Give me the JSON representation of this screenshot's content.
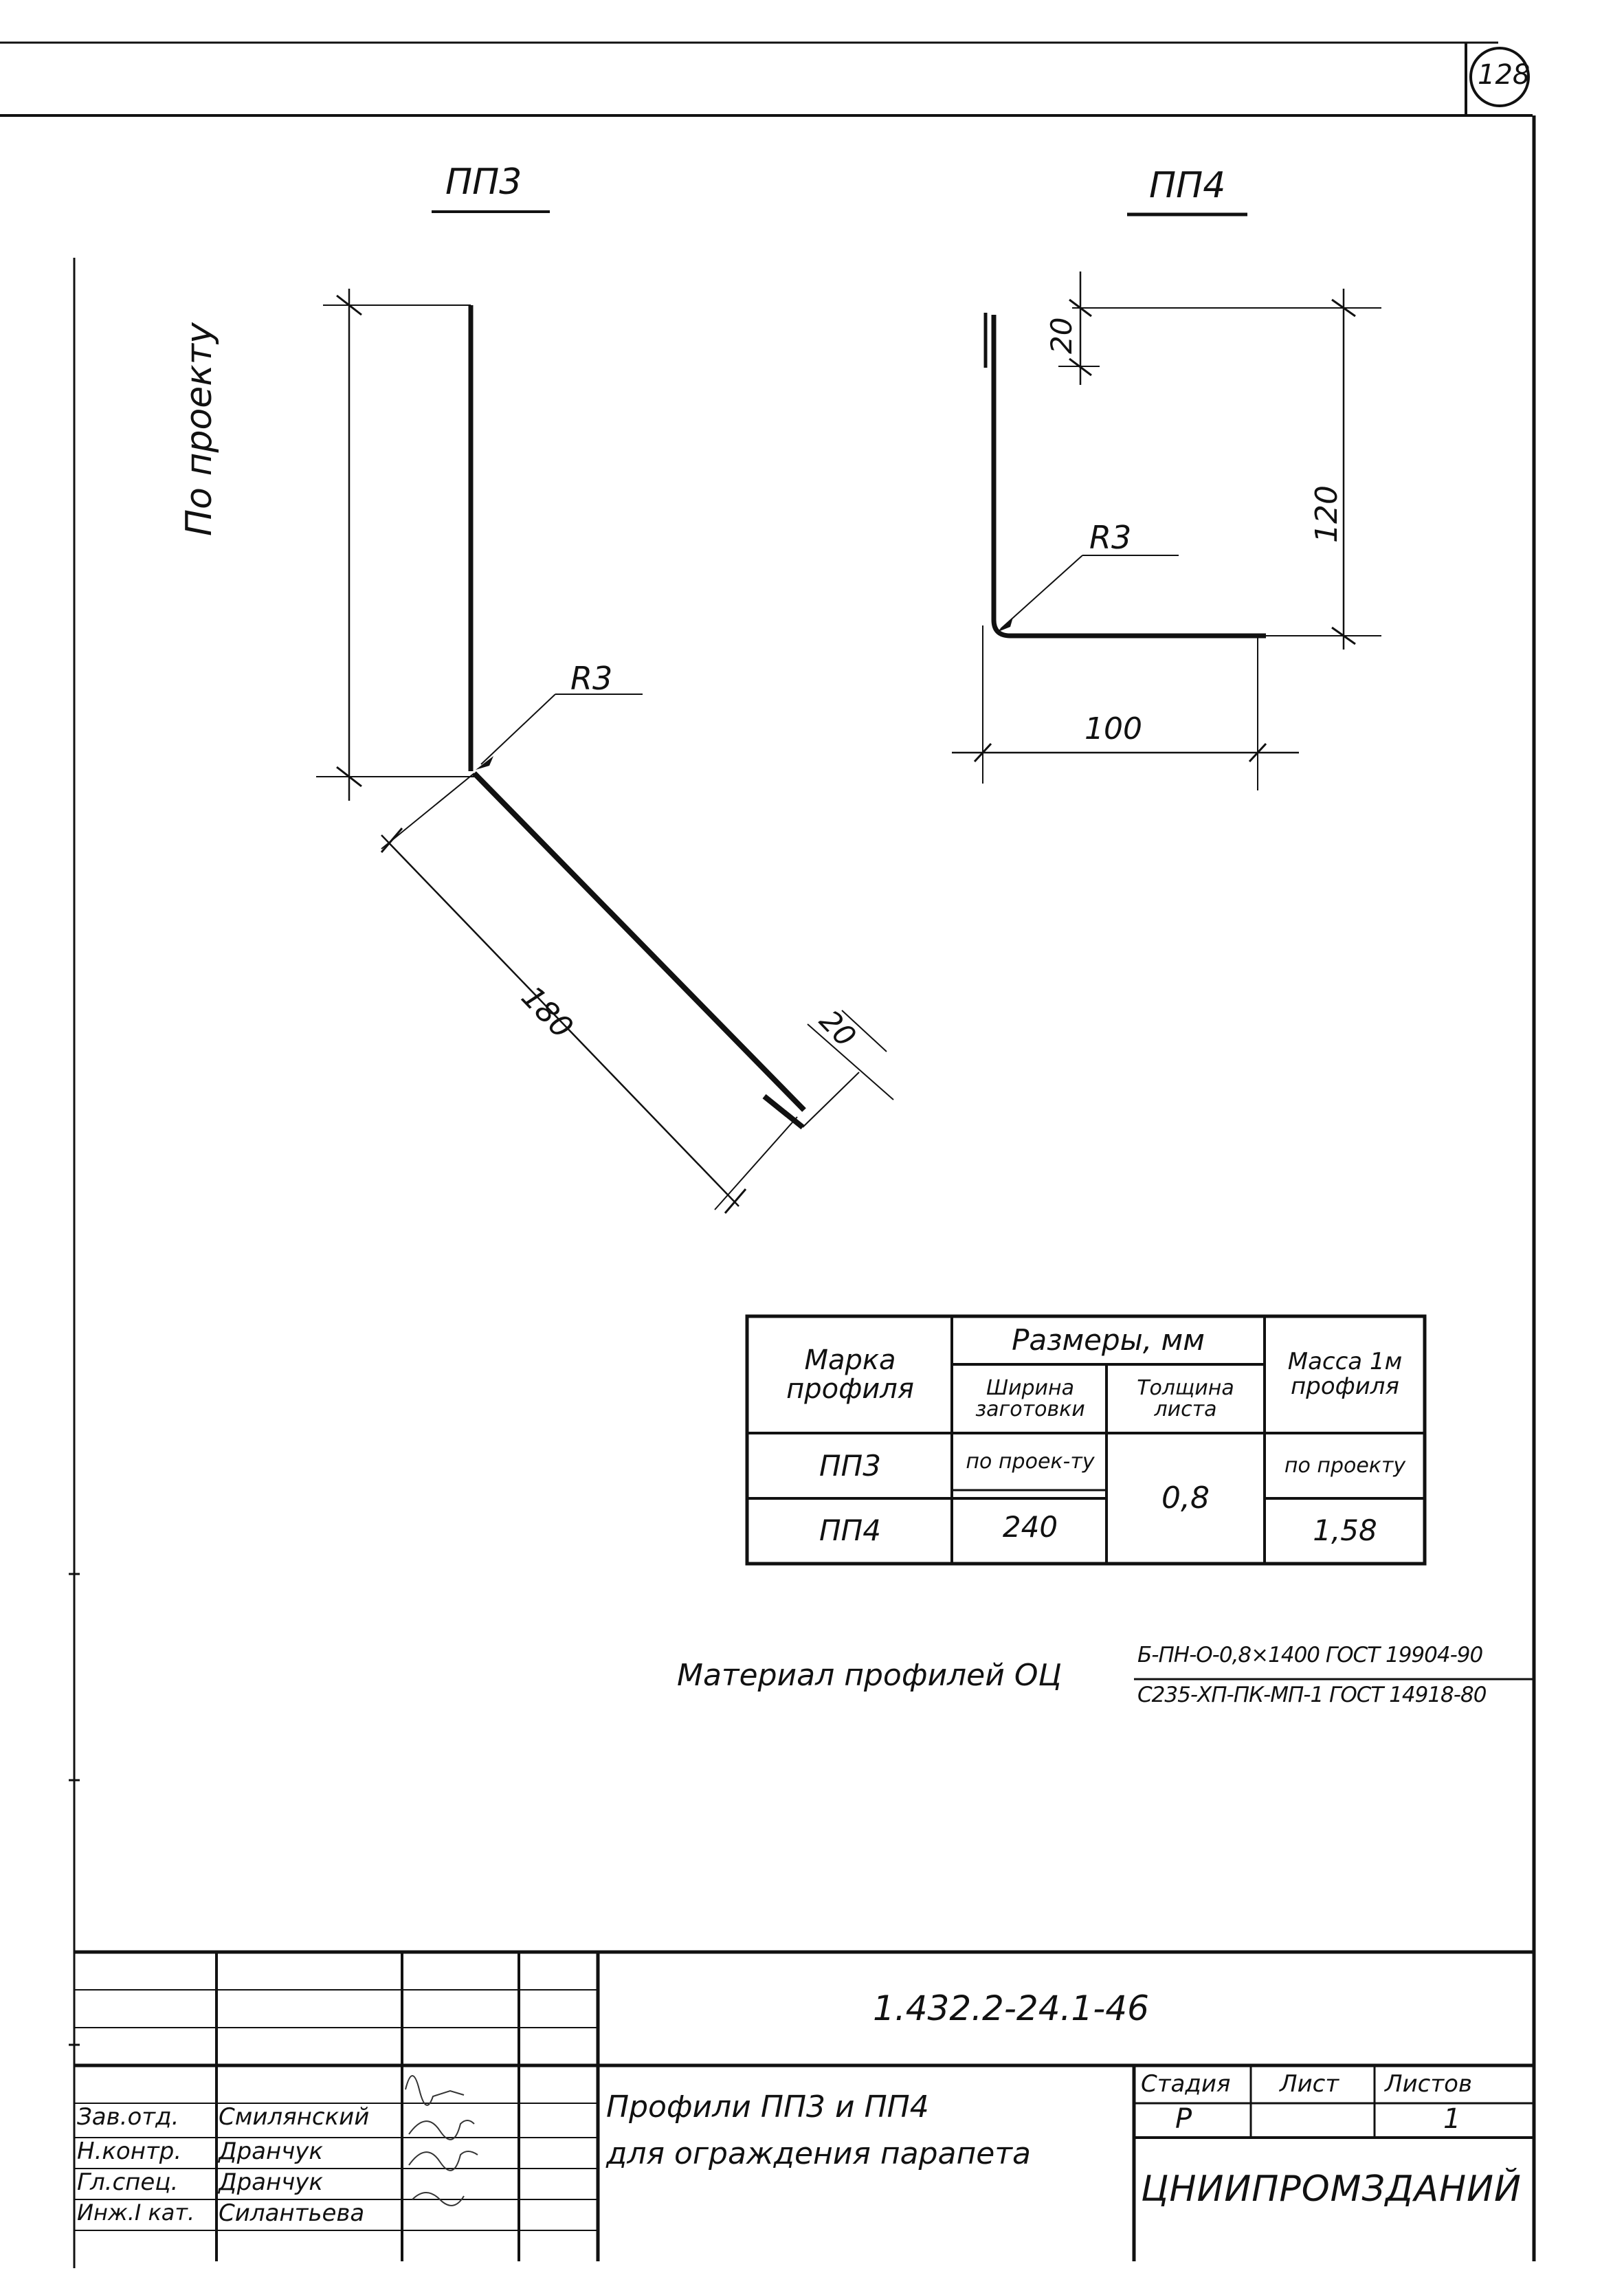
{
  "sheet_number": "128",
  "drawings": {
    "pp3": {
      "title": "ПП3",
      "length_label": "По проекту",
      "radius": "R3",
      "leg": "180",
      "hem": "20"
    },
    "pp4": {
      "title": "ПП4",
      "hem": "20",
      "height": "120",
      "radius": "R3",
      "width": "100"
    }
  },
  "spec_table": {
    "headers": {
      "mark": "Марка профиля",
      "dimensions": "Размеры, мм",
      "width": "Ширина заготовки",
      "thickness": "Толщина листа",
      "mass": "Масса 1м профиля"
    },
    "rows": [
      {
        "mark": "ПП3",
        "width": "по проек-ту",
        "thickness": "0,8",
        "mass": "по проекту"
      },
      {
        "mark": "ПП4",
        "width": "240",
        "thickness": "0,8",
        "mass": "1,58"
      }
    ]
  },
  "material": {
    "label": "Материал профилей ОЦ",
    "numerator": "Б-ПН-О-0,8×1400 ГОСТ 19904-90",
    "denominator": "С235-ХП-ПК-МП-1 ГОСТ 14918-80"
  },
  "title_block": {
    "code": "1.432.2-24.1-46",
    "name_line1": "Профили ПП3 и ПП4",
    "name_line2": "для ограждения парапета",
    "stage_label": "Стадия",
    "sheet_label": "Лист",
    "sheets_label": "Листов",
    "stage": "Р",
    "sheets": "1",
    "org": "ЦНИИПРОМЗДАНИЙ",
    "signers": [
      {
        "role": "Зав.отд.",
        "name": "Смилянский"
      },
      {
        "role": "Н.контр.",
        "name": "Дранчук"
      },
      {
        "role": "Гл.спец.",
        "name": "Дранчук"
      },
      {
        "role": "Инж.I кат.",
        "name": "Силантьева"
      }
    ]
  }
}
